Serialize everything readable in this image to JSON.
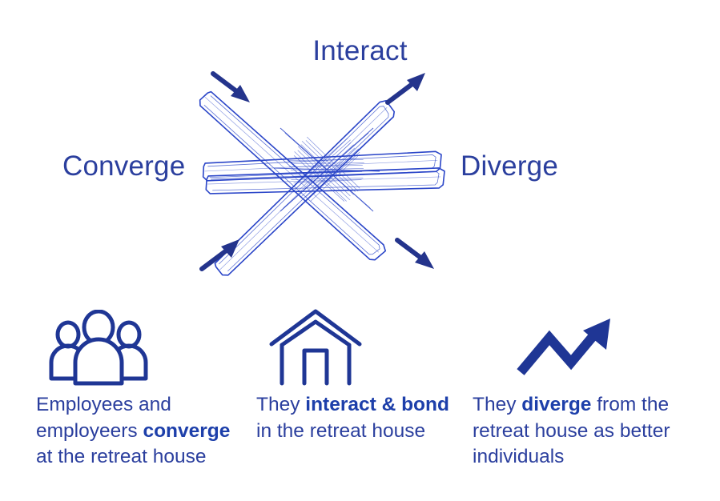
{
  "diagram": {
    "label_top": "Interact",
    "label_left": "Converge",
    "label_right": "Diverge",
    "center_graphic": "sketched-asterisk-bars",
    "arrows": [
      {
        "name": "arrow-top-left",
        "direction": "down-right",
        "meaning": "converge-in"
      },
      {
        "name": "arrow-top-right",
        "direction": "up-right",
        "meaning": "diverge-out"
      },
      {
        "name": "arrow-bottom-left",
        "direction": "up-right",
        "meaning": "converge-in"
      },
      {
        "name": "arrow-bottom-right",
        "direction": "down-right",
        "meaning": "diverge-out"
      }
    ]
  },
  "columns": [
    {
      "icon": "people-group-icon",
      "caption_parts": [
        {
          "text": "Employees and employeers ",
          "bold": false
        },
        {
          "text": "converge",
          "bold": true
        },
        {
          "text": " at the retreat house",
          "bold": false
        }
      ]
    },
    {
      "icon": "house-icon",
      "caption_parts": [
        {
          "text": "They ",
          "bold": false
        },
        {
          "text": "interact & bond",
          "bold": true
        },
        {
          "text": " in the retreat house",
          "bold": false
        }
      ]
    },
    {
      "icon": "growth-arrow-icon",
      "caption_parts": [
        {
          "text": "They ",
          "bold": false
        },
        {
          "text": "diverge",
          "bold": true
        },
        {
          "text": " from the retreat house as better individuals",
          "bold": false
        }
      ]
    }
  ],
  "colors": {
    "background": "#ffffff",
    "text_blue": "#2b3f9e",
    "bold_blue": "#1d3faa",
    "icon_blue": "#1f3695",
    "sketch_blue": "#2a45c8",
    "arrow_blue": "#24348c"
  }
}
